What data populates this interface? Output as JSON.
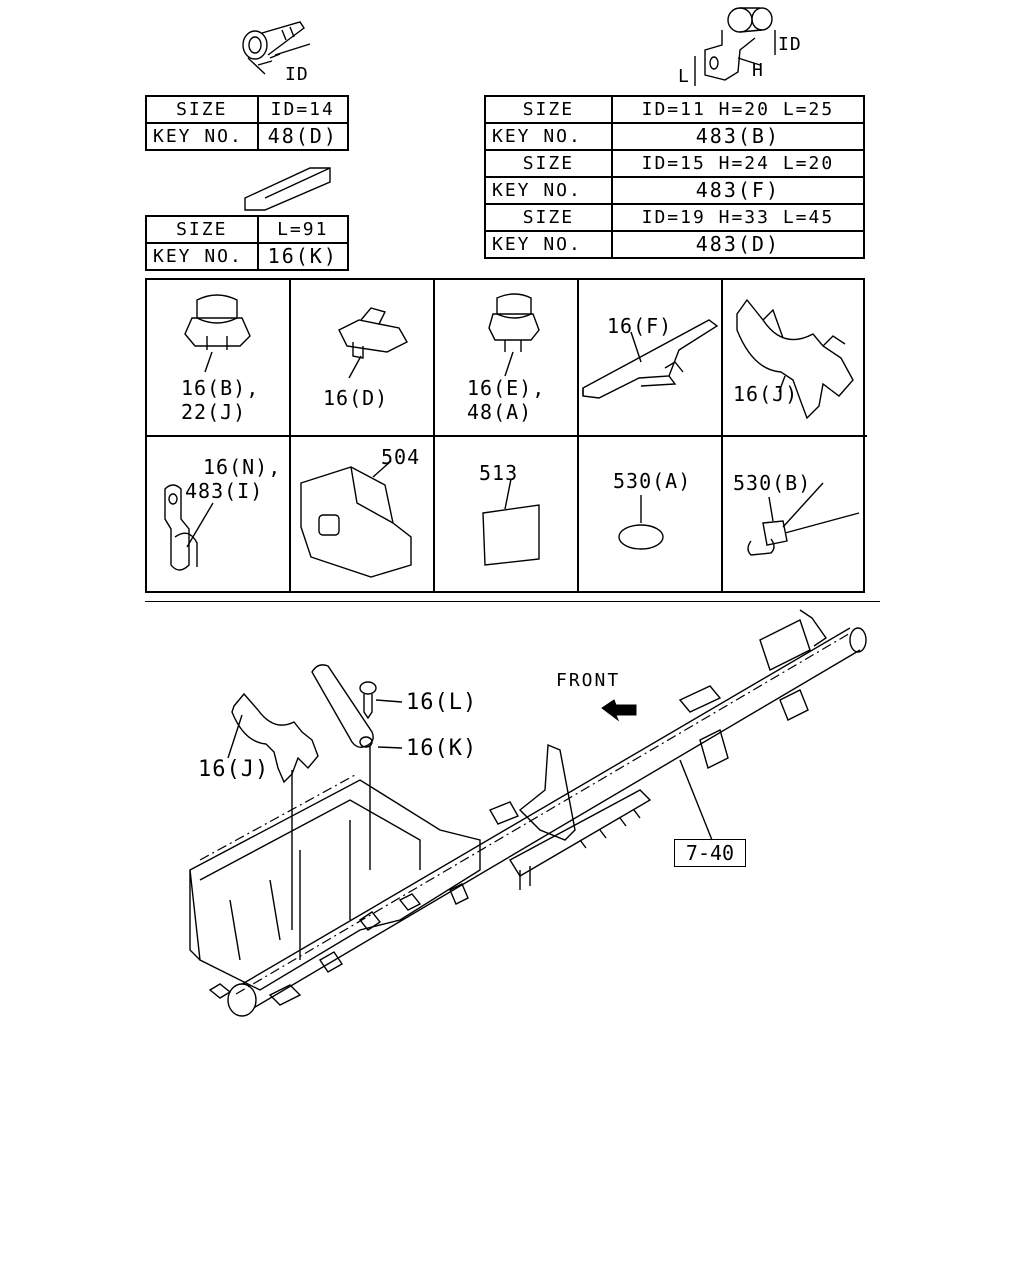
{
  "top_left": {
    "dim_label": "ID",
    "table1": {
      "size_label": "SIZE",
      "size_value": "ID=14",
      "key_label": "KEY NO.",
      "key_value": "48(D)"
    },
    "table2": {
      "size_label": "SIZE",
      "size_value": "L=91",
      "key_label": "KEY NO.",
      "key_value": "16(K)"
    }
  },
  "top_right": {
    "dim_id": "ID",
    "dim_h": "H",
    "dim_l": "L",
    "rows": [
      {
        "size_label": "SIZE",
        "size_value": "ID=11 H=20 L=25",
        "key_label": "KEY NO.",
        "key_value": "483(B)"
      },
      {
        "size_label": "SIZE",
        "size_value": "ID=15 H=24 L=20",
        "key_label": "KEY NO.",
        "key_value": "483(F)"
      },
      {
        "size_label": "SIZE",
        "size_value": "ID=19 H=33 L=45",
        "key_label": "KEY NO.",
        "key_value": "483(D)"
      }
    ]
  },
  "parts_grid": {
    "row1": [
      {
        "line1": "16(B),",
        "line2": "22(J)"
      },
      {
        "line1": "16(D)"
      },
      {
        "line1": "16(E),",
        "line2": "48(A)"
      },
      {
        "line1": "16(F)"
      },
      {
        "line1": "16(J)"
      }
    ],
    "row2": [
      {
        "line1": "16(N),",
        "line2": "483(I)"
      },
      {
        "line1": "504"
      },
      {
        "line1": "513"
      },
      {
        "line1": "530(A)"
      },
      {
        "line1": "530(B)"
      }
    ]
  },
  "assembly": {
    "front_label": "FRONT",
    "callout_16l": "16(L)",
    "callout_16k": "16(K)",
    "callout_16j": "16(J)",
    "ref_box": "7-40"
  }
}
